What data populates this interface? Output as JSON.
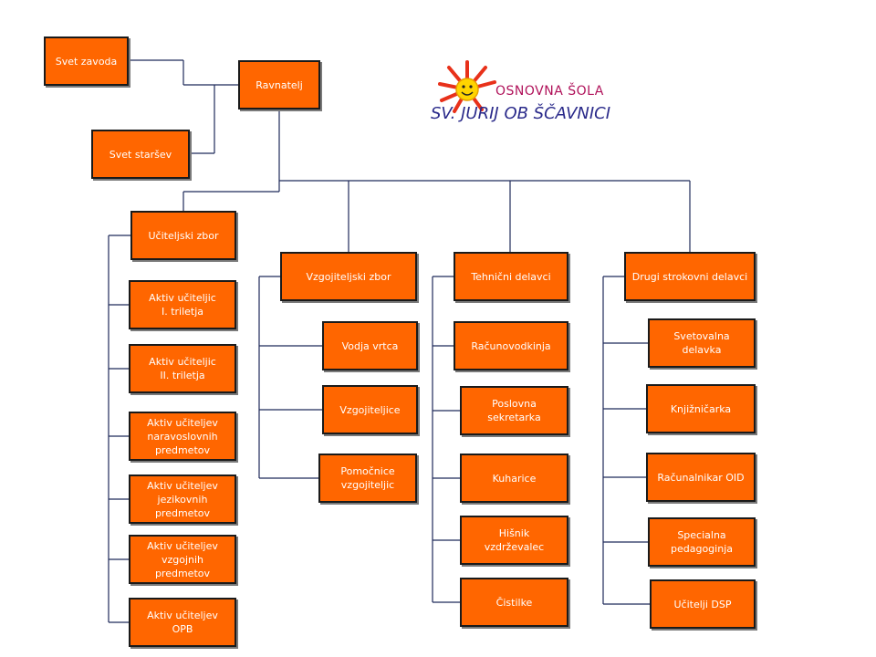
{
  "logo": {
    "line1": "OSNOVNA ŠOLA",
    "line2": "SV. JURIJ OB ŠČAVNICI"
  },
  "colors": {
    "box": "#ff6600",
    "line": "#1f2a5a",
    "logo_text1": "#b0125a",
    "logo_text2": "#2a2a8a"
  },
  "top": {
    "svet_zavoda": "Svet zavoda",
    "ravnatelj": "Ravnatelj",
    "svet_starsev": "Svet staršev"
  },
  "groups": {
    "uciteljski_zbor": {
      "head": "Učiteljski zbor",
      "items": [
        "Aktiv učiteljic\nI. triletja",
        "Aktiv učiteljic\nII. triletja",
        "Aktiv učiteljev\nnaravoslovnih\npredmetov",
        "Aktiv učiteljev\njezikovnih\npredmetov",
        "Aktiv učiteljev\nvzgojnih\npredmetov",
        "Aktiv učiteljev\nOPB"
      ]
    },
    "vzgojiteljski_zbor": {
      "head": "Vzgojiteljski zbor",
      "items": [
        "Vodja vrtca",
        "Vzgojiteljice",
        "Pomočnice\nvzgojiteljic"
      ]
    },
    "tehnicni_delavci": {
      "head": "Tehnični delavci",
      "items": [
        "Računovodkinja",
        "Poslovna\nsekretarka",
        "Kuharice",
        "Hišnik\nvzdrževalec",
        "Čistilke"
      ]
    },
    "drugi_strokovni_delavci": {
      "head": "Drugi strokovni delavci",
      "items": [
        "Svetovalna\ndelavka",
        "Knjižničarka",
        "Računalnikar OID",
        "Specialna\npedagoginja",
        "Učitelji DSP"
      ]
    }
  }
}
